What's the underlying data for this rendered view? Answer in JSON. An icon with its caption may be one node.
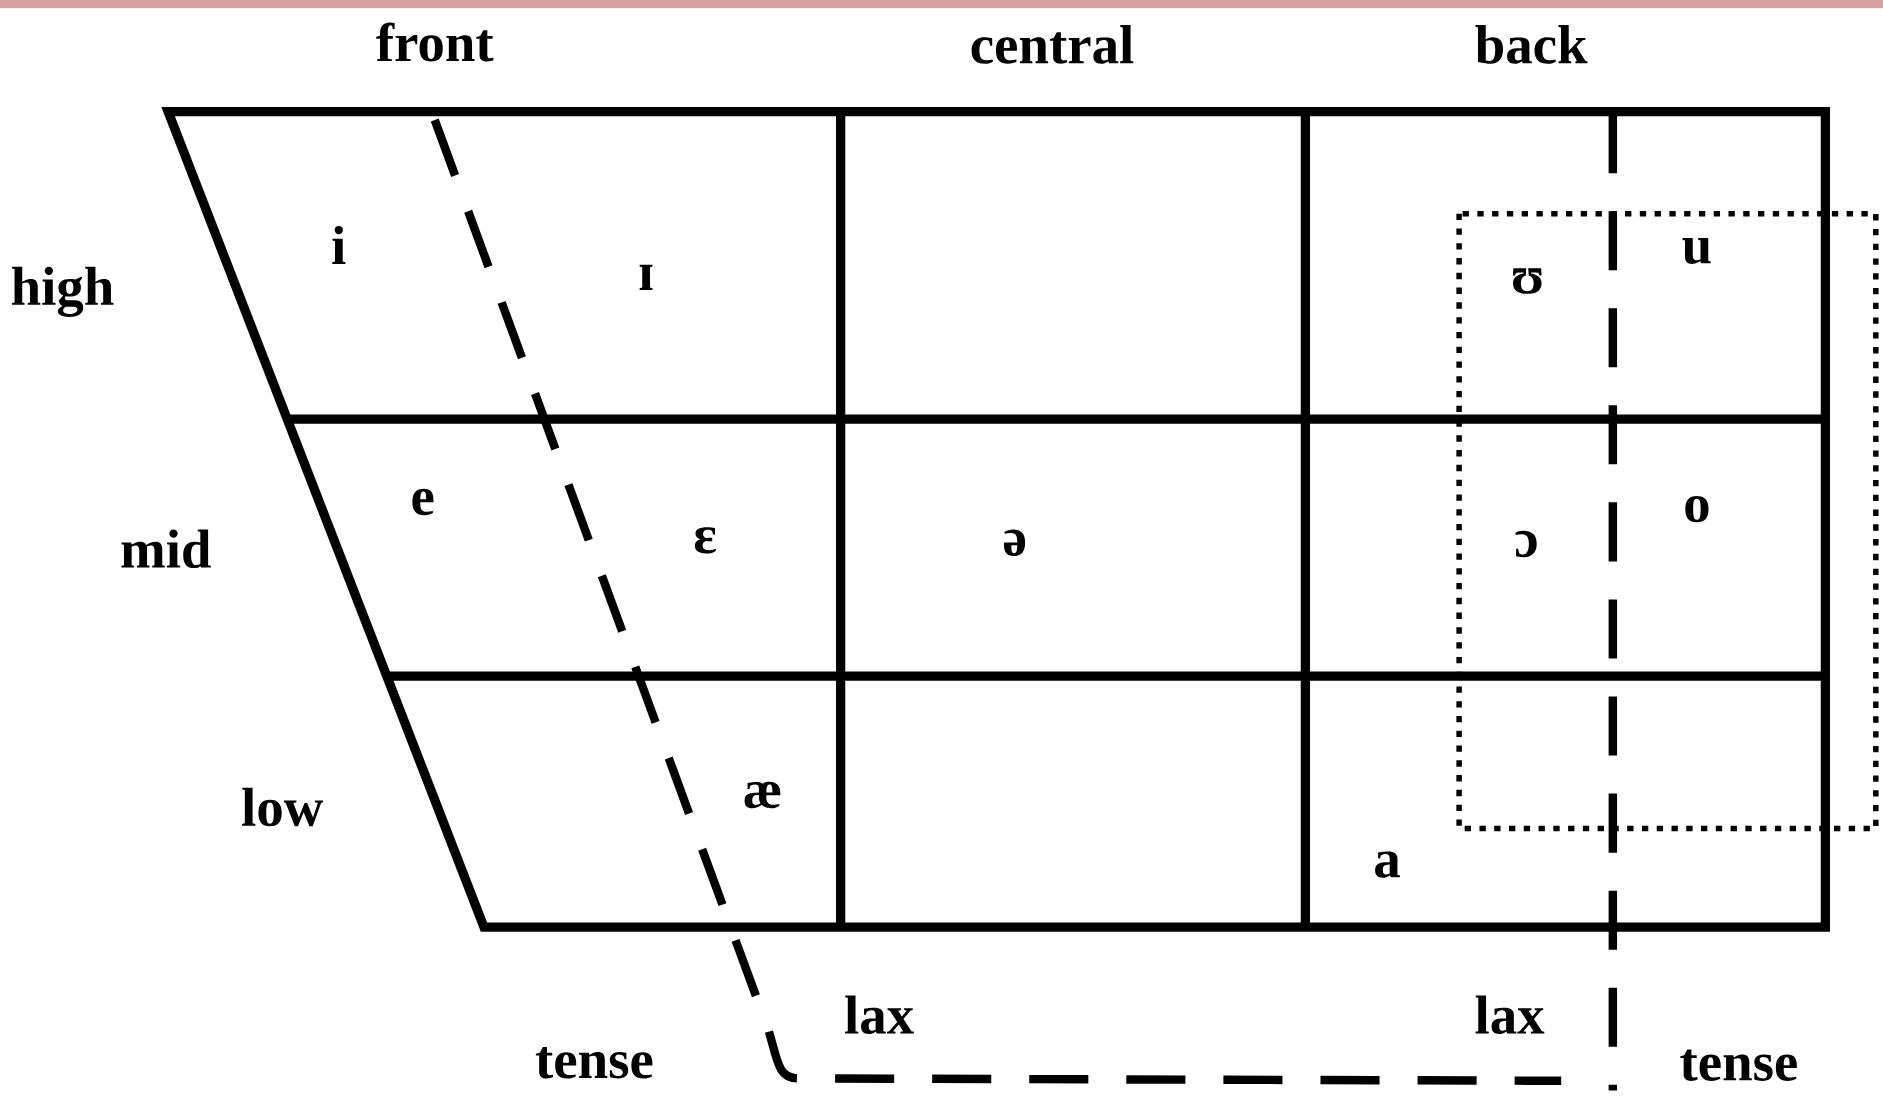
{
  "diagram": {
    "labels": [
      "front",
      "central",
      "back",
      "high",
      "i",
      "ɪ",
      "ʊ",
      "u",
      "mid",
      "e",
      "ɛ",
      "ə",
      "ɔ",
      "o",
      "low",
      "æ",
      "a",
      "tense",
      "lax",
      "lax",
      "tense"
    ]
  }
}
